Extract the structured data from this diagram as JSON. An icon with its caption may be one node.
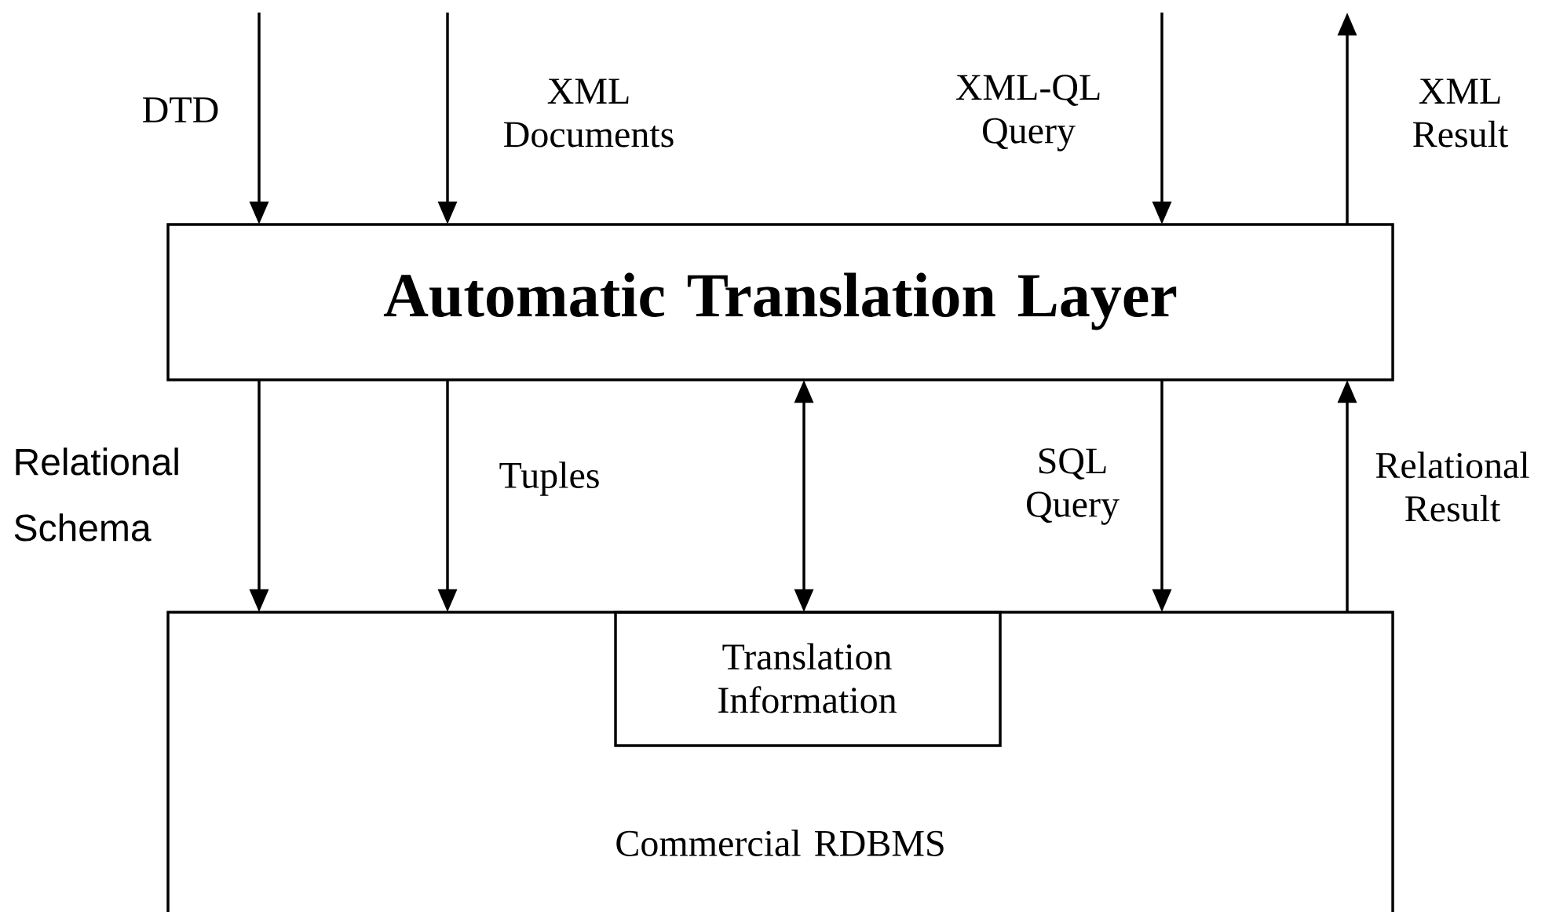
{
  "diagram": {
    "nodes": [
      {
        "text": [
          "Automatic Translation Layer"
        ]
      },
      {
        "text": [
          "Commercial RDBMS"
        ]
      },
      {
        "text": [
          "Translation Information"
        ],
        "in": 1
      }
    ],
    "edges": [
      {
        "from": null,
        "to": 0,
        "arrow": "to",
        "label": "DTD"
      },
      {
        "from": null,
        "to": 0,
        "arrow": "to",
        "label": "XML Documents"
      },
      {
        "from": null,
        "to": 0,
        "arrow": "to",
        "label": "XML-QL Query"
      },
      {
        "from": 0,
        "to": null,
        "arrow": "to",
        "label": "XML Result"
      },
      {
        "from": 0,
        "to": 1,
        "arrow": "to",
        "label": "Relational Schema"
      },
      {
        "from": 0,
        "to": 1,
        "arrow": "to",
        "label": "Tuples"
      },
      {
        "from": 0,
        "to": 2,
        "arrow": "both"
      },
      {
        "from": 0,
        "to": 1,
        "arrow": "to",
        "label": "SQL Query"
      },
      {
        "from": 1,
        "to": 0,
        "arrow": "to",
        "label": "Relational Result"
      }
    ]
  }
}
